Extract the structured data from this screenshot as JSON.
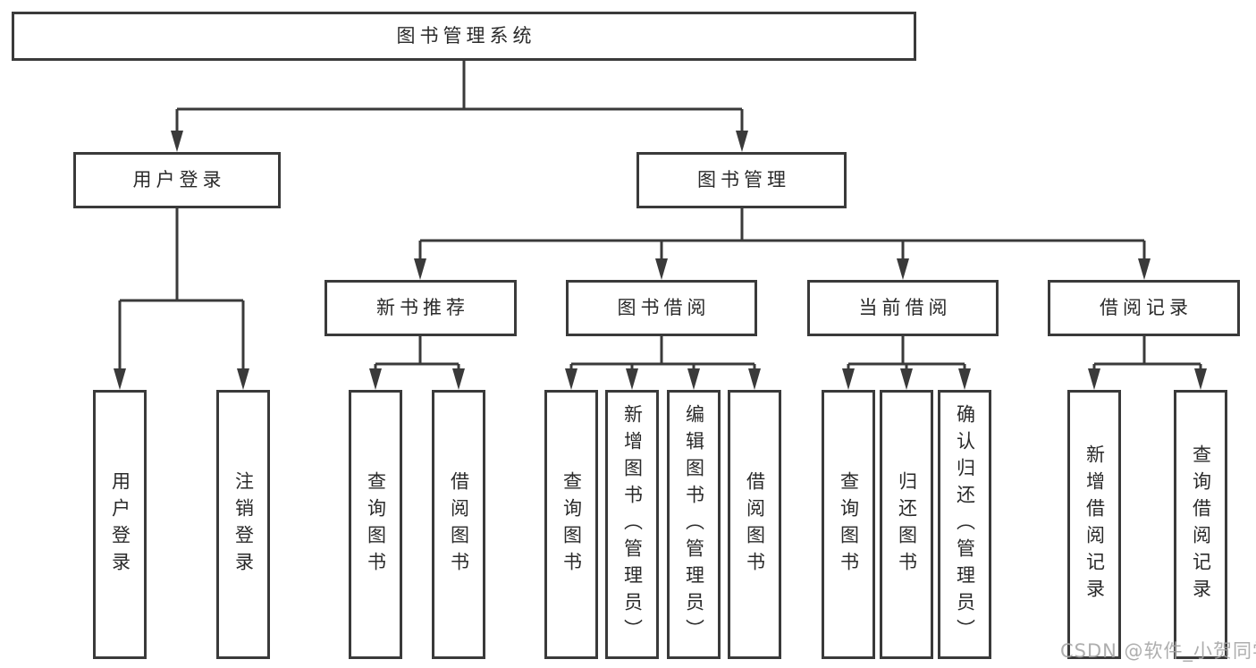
{
  "diagram": {
    "root": {
      "label": "图书管理系统"
    },
    "branches": [
      {
        "label": "用户登录",
        "children": [
          {
            "label": "用户登录"
          },
          {
            "label": "注销登录"
          }
        ]
      },
      {
        "label": "图书管理",
        "sections": [
          {
            "label": "新书推荐",
            "children": [
              {
                "label": "查询图书"
              },
              {
                "label": "借阅图书"
              }
            ]
          },
          {
            "label": "图书借阅",
            "children": [
              {
                "label": "查询图书"
              },
              {
                "label": "新增图书（管理员）"
              },
              {
                "label": "编辑图书（管理员）"
              },
              {
                "label": "借阅图书"
              }
            ]
          },
          {
            "label": "当前借阅",
            "children": [
              {
                "label": "查询图书"
              },
              {
                "label": "归还图书"
              },
              {
                "label": "确认归还（管理员）"
              }
            ]
          },
          {
            "label": "借阅记录",
            "children": [
              {
                "label": "新增借阅记录"
              },
              {
                "label": "查询借阅记录"
              }
            ]
          }
        ]
      }
    ]
  },
  "colors": {
    "line": "#3a3a3a",
    "text": "#2a2a2a",
    "watermark": "#a5a5a5"
  },
  "watermark": "CSDN @软件_小贺同学"
}
